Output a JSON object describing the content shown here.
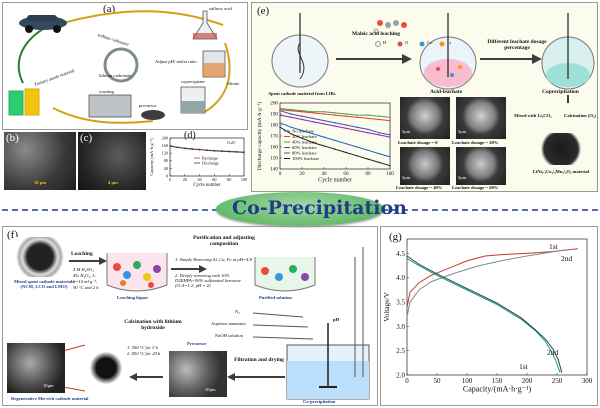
{
  "panel_a": {
    "label": "(a)",
    "steps": {
      "sulfuric_acid": "sulfuric acid",
      "sodium_carbonate": "sodium carbonate",
      "lithium_carbonate": "lithium carbonate",
      "adjust_ph": "Adjust pH/ molar ratio",
      "filtrate": "filtrate",
      "coprecipitate": "coprecipitate",
      "roasting": "roasting",
      "precursor": "precursor",
      "ternary_anode": "Ternary anode material"
    }
  },
  "panel_b": {
    "label": "(b)",
    "scale": "10 μm"
  },
  "panel_c": {
    "label": "(c)",
    "scale": "4 μm"
  },
  "panel_d": {
    "label": "(d)",
    "chart_data": {
      "type": "scatter",
      "annotation": "0.2C",
      "xlabel": "Cycle number",
      "ylabel": "Capacity (mA·h·g⁻¹)",
      "xlim": [
        0,
        100
      ],
      "ylim": [
        0,
        200
      ],
      "xticks": [
        "0",
        "20",
        "40",
        "60",
        "80",
        "100"
      ],
      "yticks": [
        "0",
        "20",
        "40",
        "60",
        "80",
        "100",
        "120",
        "140",
        "160",
        "180",
        "200"
      ],
      "series": [
        {
          "name": "Recharge",
          "color": "#c0392b",
          "x": [
            1,
            10,
            20,
            30,
            40,
            50,
            60,
            70,
            80,
            90,
            100
          ],
          "y": [
            158,
            152,
            147,
            143,
            140,
            137,
            134,
            132,
            130,
            128,
            126
          ]
        },
        {
          "name": "Discharge",
          "color": "#2c3e50",
          "x": [
            1,
            10,
            20,
            30,
            40,
            50,
            60,
            70,
            80,
            90,
            100
          ],
          "y": [
            156,
            150,
            145,
            141,
            138,
            135,
            132,
            130,
            128,
            126,
            124
          ]
        }
      ]
    }
  },
  "panel_e": {
    "label": "(e)",
    "maleic": "Maleic acid leaching",
    "legend_atoms": [
      "H",
      "O",
      "Co",
      "Li"
    ],
    "spent": "Spent cathode material from LIBs",
    "acid_leachate": "Acid-leachate",
    "different": "Different leachate dosage percentage",
    "coprecipitation": "Coprecipitation",
    "mixed": "Mixed with Li₂CO₃",
    "calcination": "Calcination (O₂)",
    "product": "LiNi₁/₃Co₁/₃Mn₁/₃O₂ material",
    "sem_labels": [
      "Leachate dosage = 0",
      "Leachate dosage = 20%",
      "Leachate dosage = 40%",
      "Leachate dosage = 60%"
    ],
    "sem_scale": "5μm",
    "chart_data": {
      "type": "line",
      "xlabel": "Cycle number",
      "ylabel": "Discharge capacity (mA·h·g⁻¹)",
      "xlim": [
        0,
        100
      ],
      "ylim": [
        140,
        200
      ],
      "xticks": [
        "0",
        "20",
        "40",
        "60",
        "80",
        "100"
      ],
      "yticks": [
        "140",
        "150",
        "160",
        "170",
        "180",
        "190",
        "200"
      ],
      "series": [
        {
          "name": "No leachate",
          "color": "#3f51b5",
          "x": [
            0,
            10,
            20,
            30,
            40,
            50,
            60,
            70,
            80,
            90,
            100
          ],
          "y": [
            193,
            190,
            188,
            186,
            184,
            182,
            180,
            178,
            176,
            173,
            171
          ]
        },
        {
          "name": "20% leachate",
          "color": "#e53935",
          "x": [
            0,
            10,
            20,
            30,
            40,
            50,
            60,
            70,
            80,
            90,
            100
          ],
          "y": [
            194,
            193,
            192,
            191,
            190,
            189,
            188,
            187,
            186,
            185,
            184
          ]
        },
        {
          "name": "40% leachate",
          "color": "#43a047",
          "x": [
            0,
            10,
            20,
            30,
            40,
            50,
            60,
            70,
            80,
            90,
            100
          ],
          "y": [
            195,
            194,
            193,
            192,
            192,
            191,
            190,
            189,
            189,
            188,
            187
          ]
        },
        {
          "name": "60% leachate",
          "color": "#8e24aa",
          "x": [
            0,
            10,
            20,
            30,
            40,
            50,
            60,
            70,
            80,
            90,
            100
          ],
          "y": [
            189,
            187,
            185,
            183,
            181,
            179,
            177,
            175,
            173,
            171,
            169
          ]
        },
        {
          "name": "80% leachate",
          "color": "#1565c0",
          "x": [
            0,
            10,
            20,
            30,
            40,
            50,
            60,
            70,
            80,
            90,
            100
          ],
          "y": [
            182,
            178,
            175,
            172,
            169,
            166,
            163,
            160,
            157,
            154,
            151
          ]
        },
        {
          "name": "100% leachate",
          "color": "#212121",
          "x": [
            0,
            10,
            20,
            30,
            40,
            50,
            60,
            70,
            80,
            90,
            100
          ],
          "y": [
            178,
            172,
            168,
            164,
            161,
            158,
            155,
            152,
            149,
            146,
            143
          ]
        }
      ]
    }
  },
  "center_banner": "Co-Precipitation",
  "panel_f": {
    "label": "(f)",
    "mixed_spent": "Mixed spent cathode materials (NCM, LCO and LMO)",
    "leaching_title": "Leaching",
    "leaching_conditions": [
      "4 M H₂SO₄",
      "4% H₂O₂, L:",
      "S=10 ml·g⁻¹,",
      "90 °C and 2 h"
    ],
    "leaching_liquor": "Leaching liquor",
    "purification_title": "Purification and adjusting composition",
    "purification_items": [
      "1. Simply Removing Al, Cu, Fe at pH=4.8",
      "2. Deeply removing with 10% D2EHPA+90% sulfonated kerosene (O:A=1:2, pH = 2)"
    ],
    "purified": "Purified solution",
    "n2": "N₂",
    "ammonia": "Aqueous ammonia",
    "naoh": "NaOH solution",
    "ph": "pH",
    "calcination_title": "Calcination with lithium hydroxide",
    "calcination_items": [
      "1. 500 °C for 5 h",
      "2. 850 °C for 20 h"
    ],
    "precursor": "Precursor",
    "precursor_scale": "10μm",
    "regen_scale": "10μm",
    "regenerative": "Regenerative Mn-rich cathode material",
    "filtration": "Filtration and drying",
    "coprecip": "Co-precipitation"
  },
  "panel_g": {
    "label": "(g)",
    "chart_data": {
      "type": "line",
      "xlabel": "Capacity/(mA·h·g⁻¹)",
      "ylabel": "Voltage/V",
      "xlim": [
        0,
        300
      ],
      "ylim": [
        2.0,
        4.8
      ],
      "xticks": [
        "0",
        "50",
        "100",
        "150",
        "200",
        "250",
        "300"
      ],
      "yticks": [
        "2.0",
        "2.5",
        "3.0",
        "3.5",
        "4.0",
        "4.5"
      ],
      "annotations": [
        "1st",
        "2nd",
        "1st",
        "2nd"
      ],
      "series": [
        {
          "name": "1st charge",
          "color": "#c0392b",
          "x": [
            0,
            5,
            20,
            40,
            60,
            80,
            100,
            130,
            160,
            190,
            220,
            250,
            270,
            285
          ],
          "y": [
            3.4,
            3.7,
            3.9,
            4.05,
            4.15,
            4.25,
            4.35,
            4.45,
            4.48,
            4.5,
            4.52,
            4.55,
            4.58,
            4.6
          ]
        },
        {
          "name": "2nd charge",
          "color": "#7f8c8d",
          "x": [
            0,
            5,
            20,
            40,
            80,
            120,
            160,
            200,
            240,
            265
          ],
          "y": [
            3.2,
            3.5,
            3.75,
            3.92,
            4.1,
            4.25,
            4.36,
            4.45,
            4.53,
            4.58
          ]
        },
        {
          "name": "1st discharge",
          "color": "#16a085",
          "x": [
            0,
            20,
            50,
            100,
            150,
            190,
            215,
            230,
            240,
            248,
            255
          ],
          "y": [
            4.4,
            4.25,
            4.05,
            3.75,
            3.45,
            3.15,
            2.9,
            2.7,
            2.5,
            2.3,
            2.05
          ]
        },
        {
          "name": "2nd discharge",
          "color": "#2c3e50",
          "x": [
            0,
            20,
            50,
            100,
            150,
            190,
            215,
            232,
            244,
            252,
            258
          ],
          "y": [
            4.45,
            4.28,
            4.08,
            3.78,
            3.48,
            3.18,
            2.92,
            2.72,
            2.52,
            2.32,
            2.05
          ]
        }
      ]
    }
  }
}
